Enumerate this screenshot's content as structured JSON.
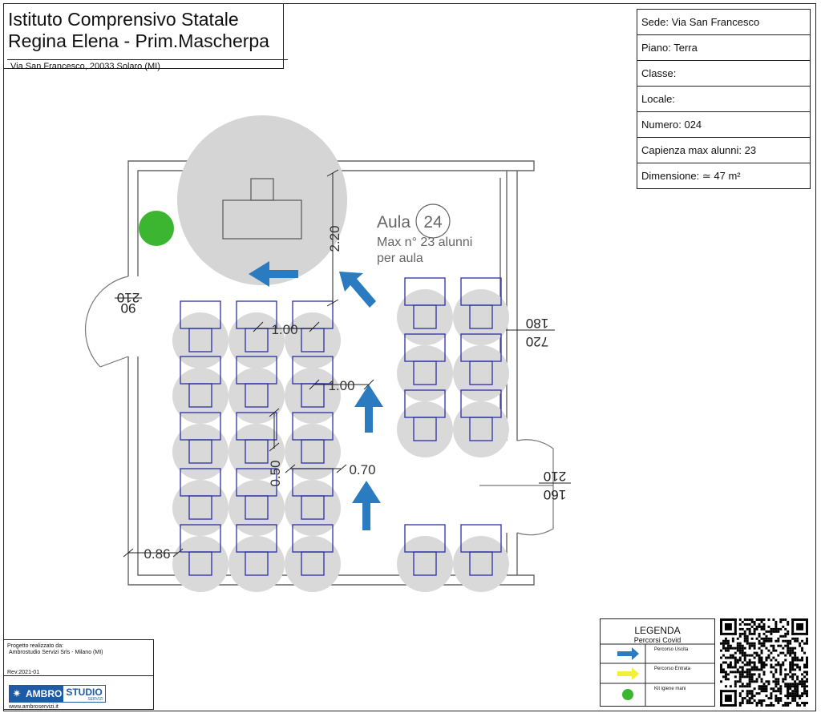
{
  "header": {
    "title_line1": "Istituto Comprensivo Statale",
    "title_line2": "Regina Elena - Prim.Mascherpa",
    "address": "Via San Francesco, 20033 Solaro (MI)"
  },
  "info": {
    "sede": "Sede: Via San Francesco",
    "piano": "Piano: Terra",
    "classe": "Classe:",
    "locale": "Locale:",
    "numero": "Numero: 024",
    "capienza": "Capienza max alunni: 23",
    "dimensione": "Dimensione: ≃ 47 m²"
  },
  "room": {
    "name": "Aula",
    "number": "24",
    "capacity_line1": "Max n° 23 alunni",
    "capacity_line2": "per aula"
  },
  "dimensions": {
    "d_220": "2.20",
    "d_100a": "1.00",
    "d_100b": "1.00",
    "d_070": "0.70",
    "d_050": "0.50",
    "d_086": "0.86",
    "door_left_top": "210",
    "door_left_bottom": "90",
    "window_top": "180",
    "window_bottom": "720",
    "door_right_top": "210",
    "door_right_bottom": "160"
  },
  "credit": {
    "line1": "Progetto realizzato da:",
    "line2": "Ambrostudio Servizi Srls - Milano (MI)",
    "rev": "Rev:2021-01",
    "logo_a": "AMBRO",
    "logo_b": "STUDIO",
    "logo_sub": "SERVIZI",
    "url": "www.ambroservizi.it"
  },
  "legend": {
    "title": "LEGENDA",
    "subtitle": "Percorsi Covid",
    "item_exit": "Percorso Uscita",
    "item_entry": "Percorso Entrata",
    "item_hygiene": "Kit igiene mani"
  },
  "colors": {
    "exit_arrow": "#2a7bbf",
    "entry_arrow": "#f2ee3a",
    "hygiene_dot": "#3cb531",
    "desk_outline": "#2b2fa3",
    "seat_circle": "#d9d9d9"
  }
}
